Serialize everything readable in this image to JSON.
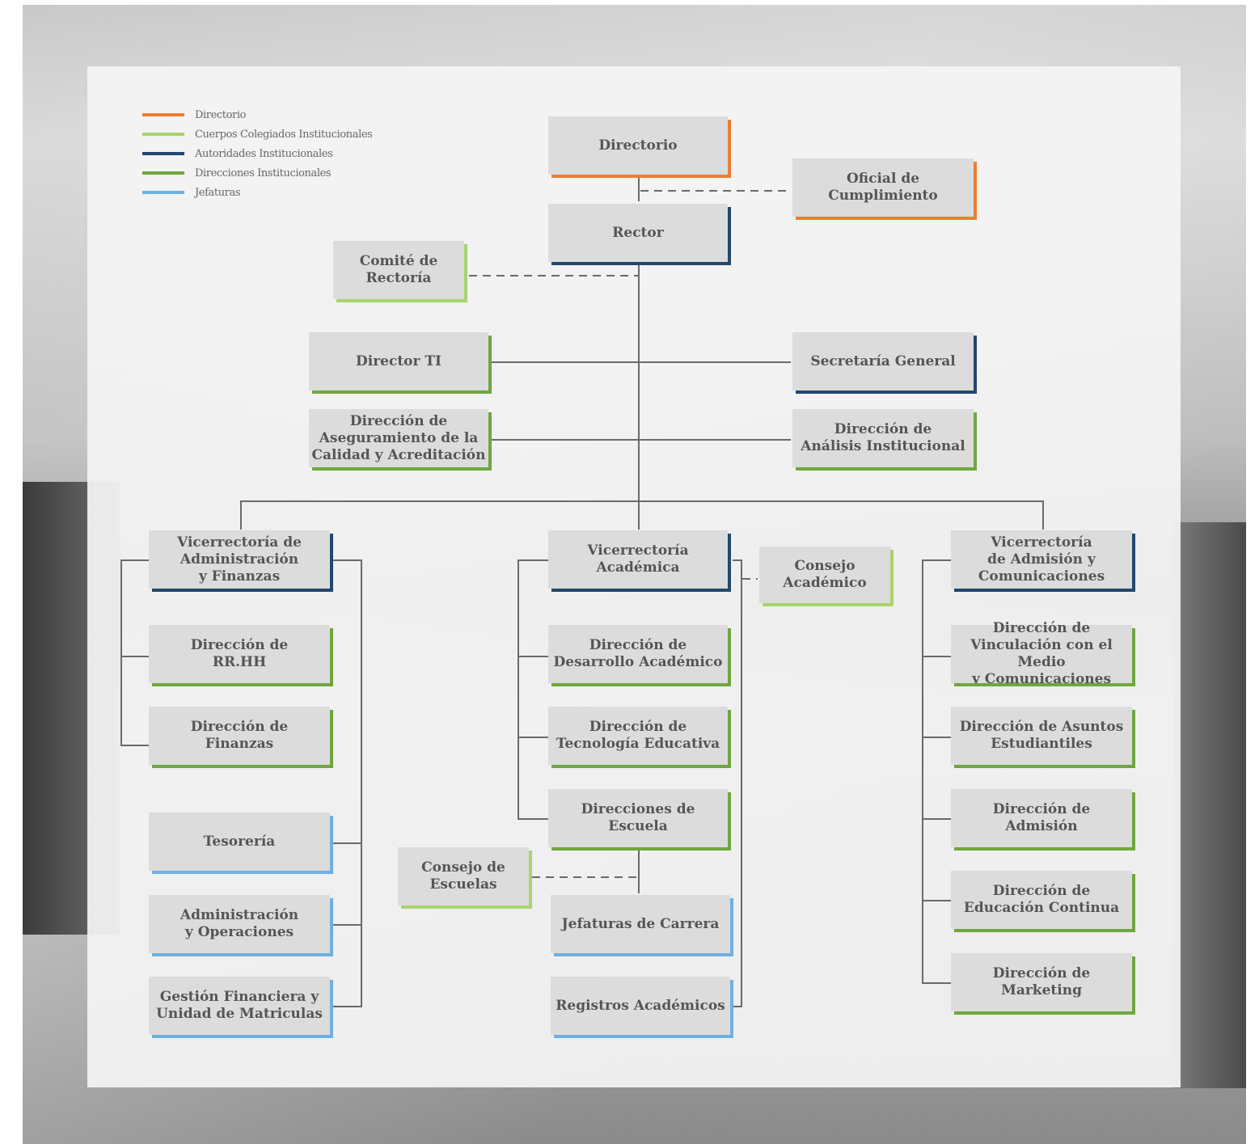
{
  "colors": {
    "directorio": "#ed7d31",
    "cuerpos_colegiados": "#a9d46e",
    "autoridades": "#24476b",
    "direcciones": "#70a640",
    "jefaturas": "#6fb0df",
    "box_fill": "#dcdcdc",
    "text": "#555555"
  },
  "legend": [
    {
      "label": "Directorio",
      "color": "#ed7d31"
    },
    {
      "label": "Cuerpos Colegiados Institucionales",
      "color": "#a9d46e"
    },
    {
      "label": "Autoridades Institucionales",
      "color": "#24476b"
    },
    {
      "label": "Direcciones Institucionales",
      "color": "#70a640"
    },
    {
      "label": "Jefaturas",
      "color": "#6fb0df"
    }
  ],
  "nodes": {
    "directorio": "Directorio",
    "oficial": "Oficial de\nCumplimiento",
    "rector": "Rector",
    "comite": "Comité de\nRectoría",
    "director_ti": "Director TI",
    "secretaria": "Secretaría General",
    "aseguramiento": "Dirección de\nAseguramiento de la\nCalidad y Acreditación",
    "analisis": "Dirección de\nAnálisis Institucional",
    "vr_admin": "Vicerrectoría de\nAdministración\ny Finanzas",
    "rrhh": "Dirección de\nRR.HH",
    "finanzas": "Dirección de\nFinanzas",
    "tesoreria": "Tesorería",
    "admin_oper": "Administración\ny Operaciones",
    "gestion_fin": "Gestión Financiera y\nUnidad de Matriculas",
    "vr_academica": "Vicerrectoría\nAcadémica",
    "consejo_academico": "Consejo\nAcadémico",
    "desarrollo_acad": "Dirección de\nDesarrollo Académico",
    "tecnologia_edu": "Dirección de\nTecnología Educativa",
    "direcciones_escuela": "Direcciones de\nEscuela",
    "consejo_escuelas": "Consejo de\nEscuelas",
    "jefaturas_carrera": "Jefaturas de Carrera",
    "registros": "Registros Académicos",
    "vr_admision": "Vicerrectoría\nde Admisión y\nComunicaciones",
    "vinculacion": "Dirección de\nVinculación con el Medio\ny Comunicaciones",
    "asuntos_est": "Dirección de Asuntos\nEstudiantiles",
    "admision": "Dirección de\nAdmisión",
    "educacion_cont": "Dirección de\nEducación Continua",
    "marketing": "Dirección de\nMarketing"
  }
}
